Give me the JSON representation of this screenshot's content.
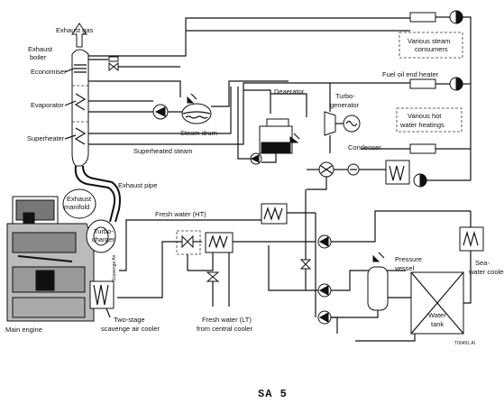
{
  "labels": {
    "exhaust_gas": "Exhaust gas",
    "exhaust_boiler_1": "Exhaust",
    "exhaust_boiler_2": "boiler",
    "economiser": "Economiser",
    "evaporator": "Evaporator",
    "superheater": "Superheater",
    "steam_drum": "Steam drum",
    "superheated_steam": "Superheated steam",
    "exhaust_pipe": "Exhaust pipe",
    "exhaust_manifold_1": "Exhaust",
    "exhaust_manifold_2": "manifold",
    "turbocharger_1": "Turbo-",
    "turbocharger_2": "charger",
    "scavenge_air": "Scavenge Air",
    "main_engine": "Main engine",
    "two_stage_1": "Two-stage",
    "two_stage_2": "scavenge air cooler",
    "fresh_water_ht": "Fresh water (HT)",
    "fresh_water_lt_1": "Fresh water (LT)",
    "fresh_water_lt_2": "from central cooler",
    "deaerator": "Deaerator",
    "turbogenerator_1": "Turbo-",
    "turbogenerator_2": "generator",
    "condenser": "Condenser",
    "various_steam_1": "Various steam",
    "various_steam_2": "consumers",
    "fuel_oil_heater": "Fuel oil end heater",
    "various_hot_1": "Various hot",
    "various_hot_2": "water heatings",
    "pressure_vessel_1": "Pressure",
    "pressure_vessel_2": "vessel",
    "water_tank_1": "Water",
    "water_tank_2": "tank",
    "sea_water_1": "Sea-",
    "sea_water_2": "water cooler",
    "figure_code": "T00491.AI",
    "caption": "SA 5"
  }
}
